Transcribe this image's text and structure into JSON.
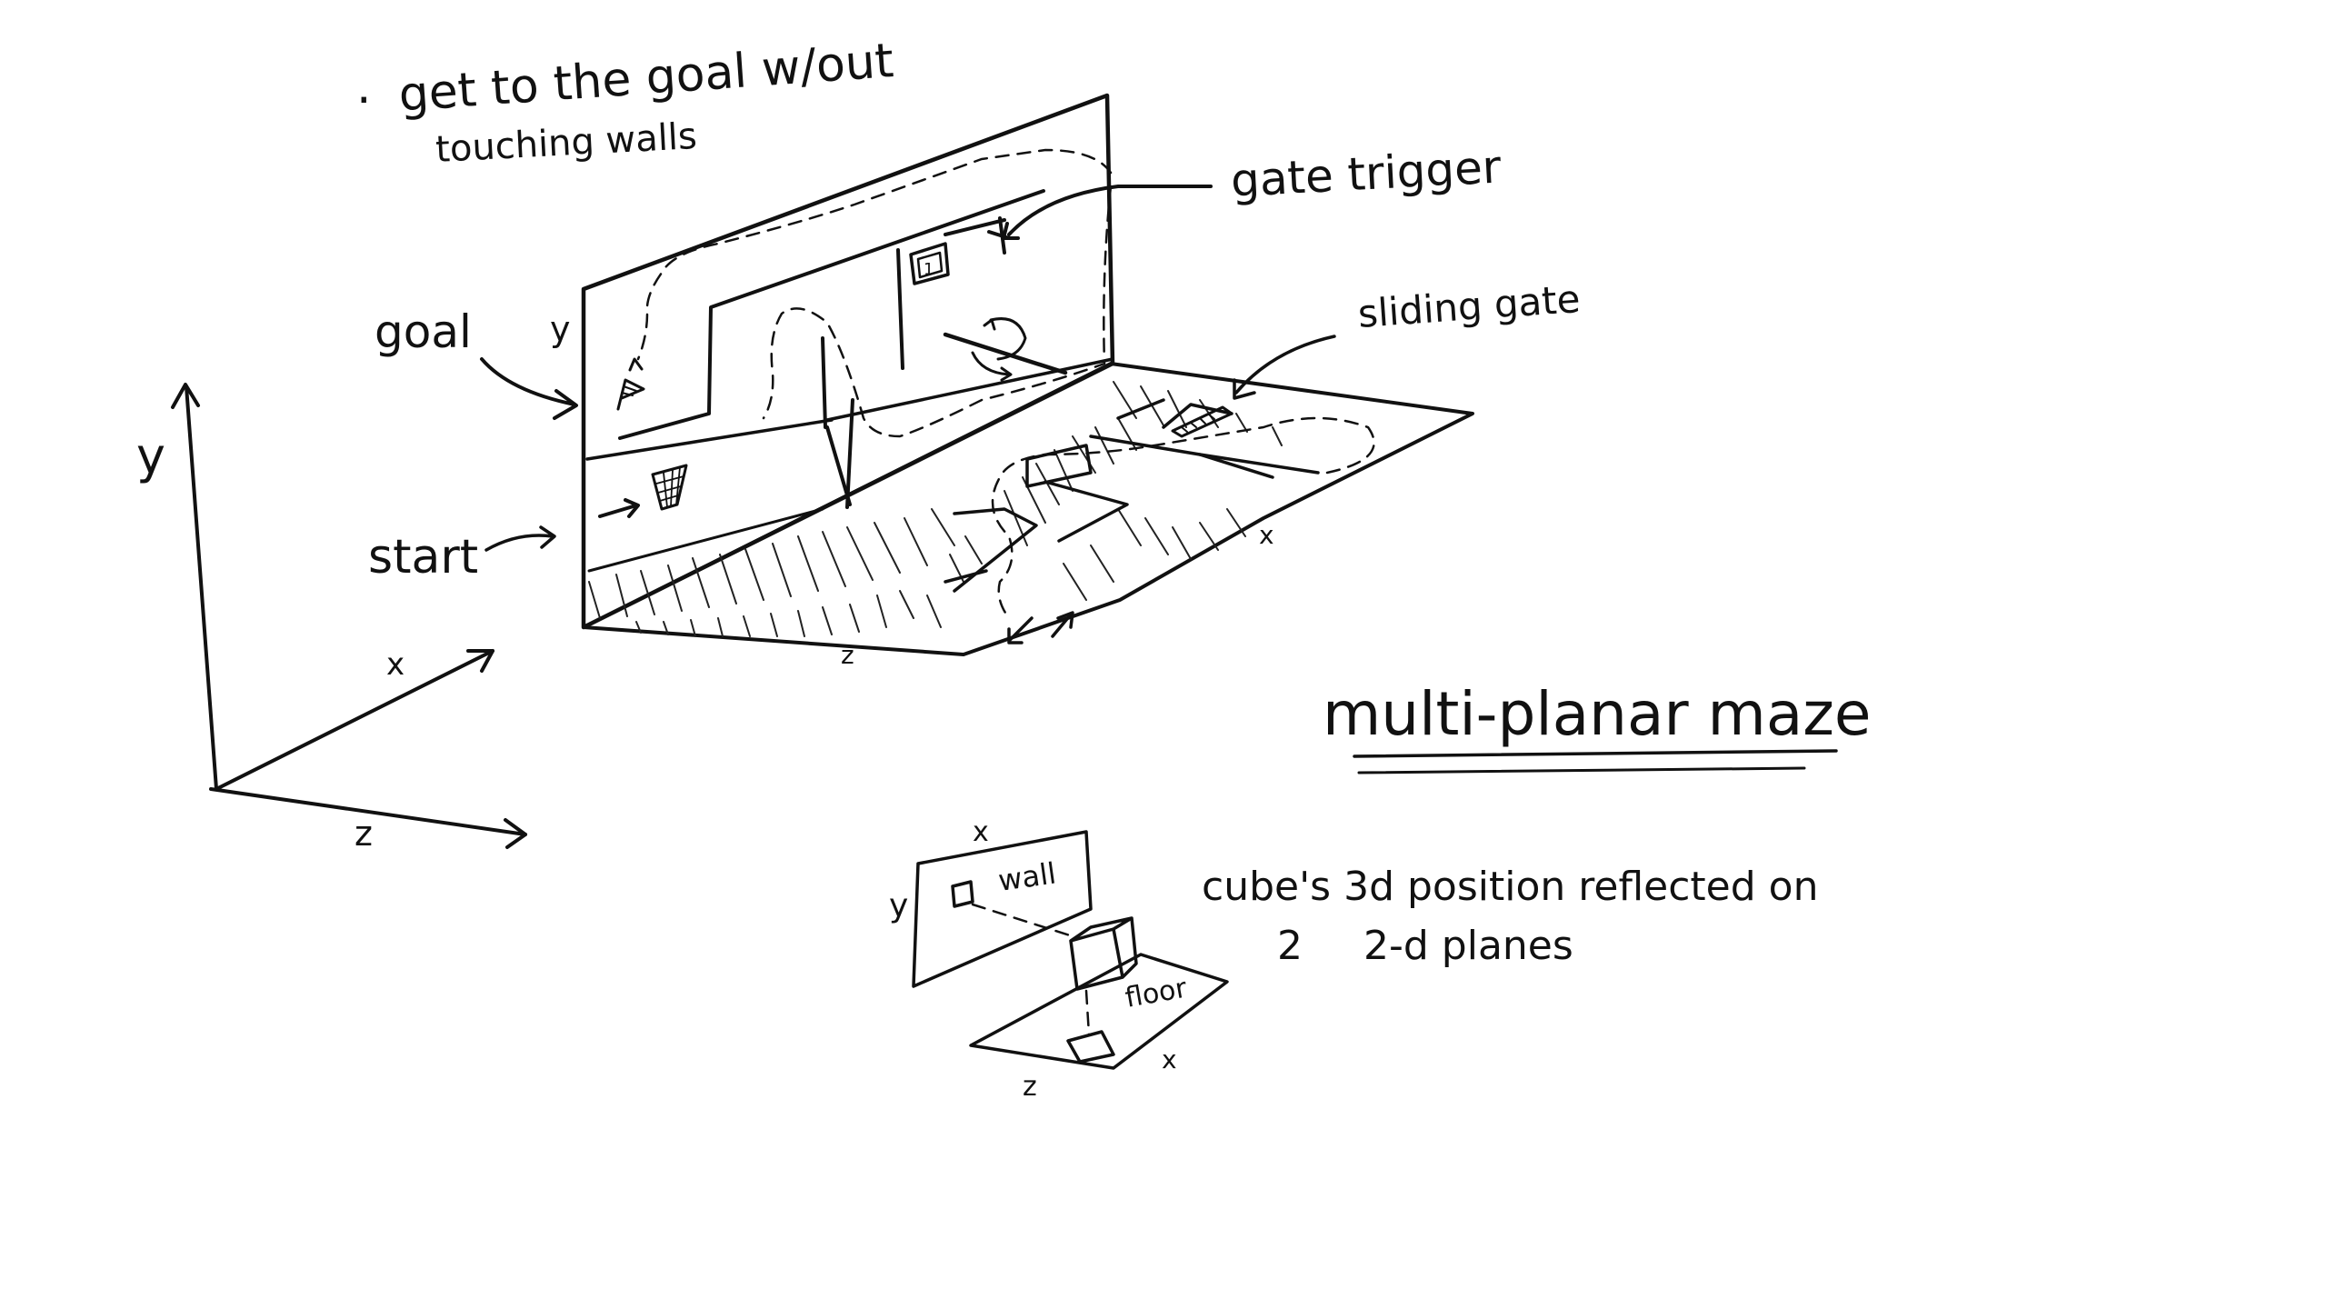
{
  "canvas": {
    "background": "#ffffff",
    "ink": "#111111"
  },
  "notes": {
    "bullet": "·",
    "line1": "get to the goal w/out",
    "line2": "touching walls"
  },
  "labels": {
    "gate_trigger": "gate trigger",
    "sliding_gate": "sliding gate",
    "goal": "goal",
    "start": "start",
    "wall_y": "y",
    "floor_z": "z",
    "floor_x": "x",
    "gate_box": "1"
  },
  "axes": {
    "y": "y",
    "x": "x",
    "z": "z"
  },
  "title": "multi-planar maze",
  "small_diagram": {
    "x_top": "x",
    "y_side": "y",
    "wall": "wall",
    "floor": "floor",
    "z_bottom": "z",
    "x_bottom": "x"
  },
  "caption": {
    "line1": "cube's 3d position reflected on",
    "line2a": "2",
    "line2b": "2-d planes"
  }
}
